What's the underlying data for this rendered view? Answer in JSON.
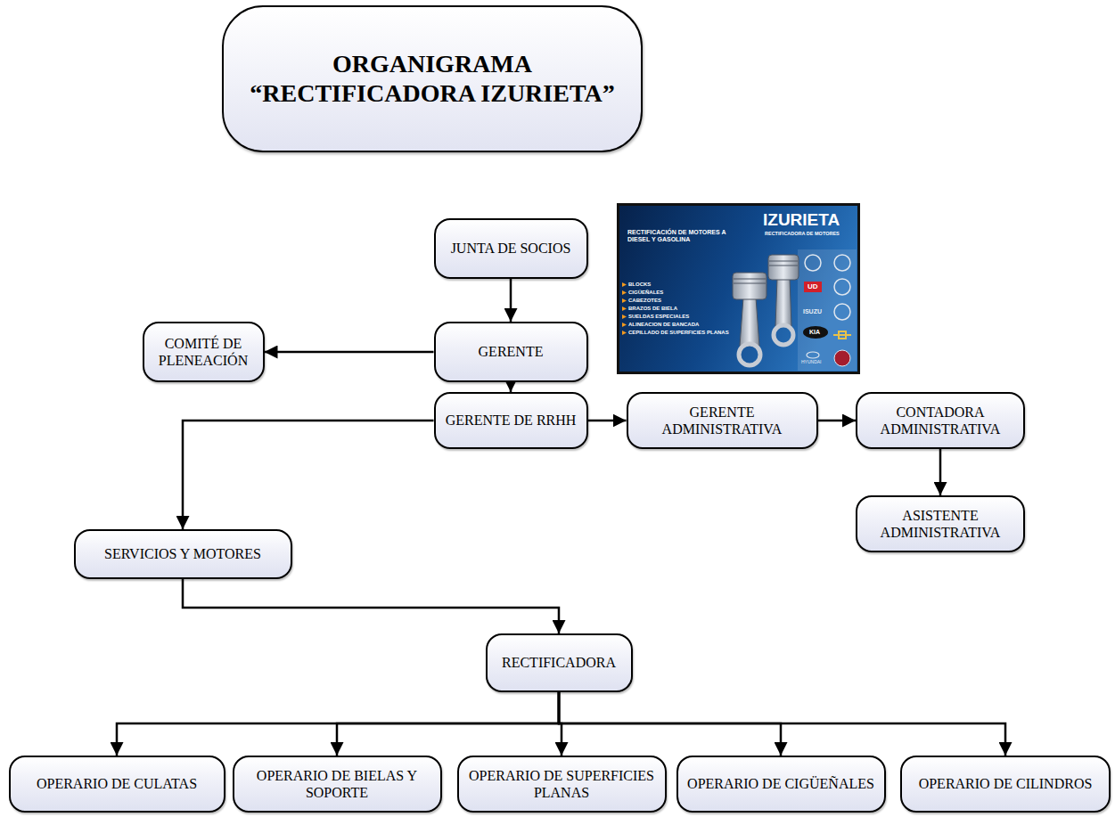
{
  "diagram": {
    "title": "ORGANIGRAMA “RECTIFICADORA IZURIETA”",
    "nodes": [
      {
        "text": [
          "JUNTA DE SOCIOS"
        ]
      },
      {
        "text": [
          "COMITÉ DE PLENEACIÓN"
        ]
      },
      {
        "text": [
          "GERENTE"
        ]
      },
      {
        "text": [
          "GERENTE DE RRHH"
        ]
      },
      {
        "text": [
          "GERENTE ADMINISTRATIVA"
        ]
      },
      {
        "text": [
          "CONTADORA ADMINISTRATIVA"
        ]
      },
      {
        "text": [
          "ASISTENTE ADMINISTRATIVA"
        ]
      },
      {
        "text": [
          "SERVICIOS Y MOTORES"
        ]
      },
      {
        "text": [
          "RECTIFICADORA"
        ]
      },
      {
        "text": [
          "OPERARIO DE CULATAS"
        ]
      },
      {
        "text": [
          "OPERARIO DE BIELAS Y SOPORTE"
        ]
      },
      {
        "text": [
          "OPERARIO DE SUPERFICIES PLANAS"
        ]
      },
      {
        "text": [
          "OPERARIO DE CIGÜEÑALES"
        ]
      },
      {
        "text": [
          "OPERARIO DE CILINDROS"
        ]
      }
    ],
    "edges": [
      {
        "from": 0,
        "to": 2,
        "arrow": "to"
      },
      {
        "from": 2,
        "to": 1,
        "arrow": "to"
      },
      {
        "from": 2,
        "to": 3,
        "arrow": "to"
      },
      {
        "from": 3,
        "to": 4,
        "arrow": "to"
      },
      {
        "from": 4,
        "to": 5,
        "arrow": "to"
      },
      {
        "from": 5,
        "to": 6,
        "arrow": "to"
      },
      {
        "from": 3,
        "to": 7,
        "arrow": "to"
      },
      {
        "from": 7,
        "to": 8,
        "arrow": "to"
      },
      {
        "from": 8,
        "to": 9,
        "arrow": "to"
      },
      {
        "from": 8,
        "to": 10,
        "arrow": "to"
      },
      {
        "from": 8,
        "to": 11,
        "arrow": "to"
      },
      {
        "from": 8,
        "to": 12,
        "arrow": "to"
      },
      {
        "from": 8,
        "to": 13,
        "arrow": "to"
      }
    ],
    "labels": [
      "RECTIFICACIÓN DE MOTORES A DIESEL Y GASOLINA",
      "IZURIETA",
      "RECTIFICADORA DE MOTORES",
      "BLOCKS",
      "CIGÜEÑALES",
      "CABEZOTES",
      "BRAZOS DE BIELA",
      "SUELDAS ESPECIALES",
      "ALINEACION DE BANCADA",
      "CEPILLADO DE SUPERFICIES PLANAS",
      "UD",
      "ISUZU",
      "KIA",
      "HYUNDAI"
    ]
  }
}
